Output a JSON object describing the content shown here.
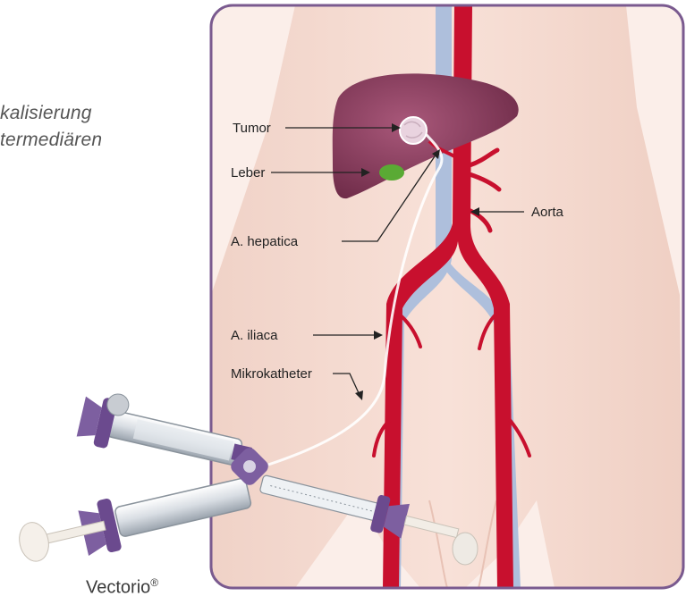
{
  "caption": {
    "line1": "kalisierung",
    "line2": "termediären"
  },
  "labels": {
    "tumor": "Tumor",
    "leber": "Leber",
    "aorta": "Aorta",
    "hepatica": "A. hepatica",
    "iliaca": "A. iliaca",
    "mikrokatheter": "Mikrokatheter"
  },
  "brand": {
    "name": "Vectorio",
    "mark": "®"
  },
  "colors": {
    "frame": "#7a5a8f",
    "skin": "#f6dcd2",
    "artery": "#c8102e",
    "vein": "#a9b9d6",
    "liver": "#8a3e5c",
    "gallbladder": "#58a832",
    "syringe_accent": "#6b4a8e"
  },
  "icons": [
    "tumor-icon",
    "syringe-icon",
    "catheter-icon"
  ]
}
